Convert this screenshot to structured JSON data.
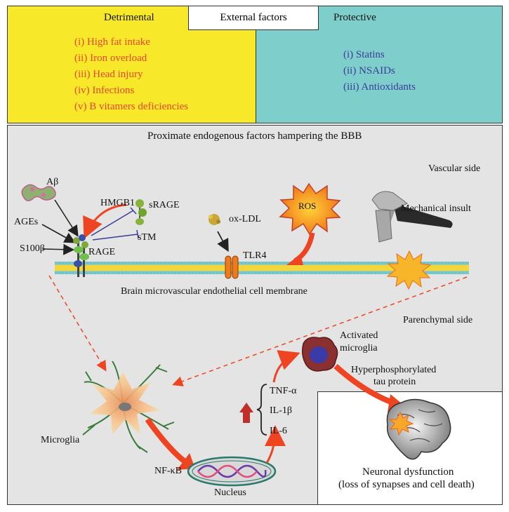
{
  "external": {
    "title": "External factors",
    "detrimental": {
      "title": "Detrimental",
      "items": [
        "(i) High fat intake",
        "(ii) Iron overload",
        "(iii) Head injury",
        "(iv) Infections",
        "(v) B vitamers deficiencies"
      ]
    },
    "protective": {
      "title": "Protective",
      "items": [
        "(i) Statins",
        "(ii) NSAIDs",
        "(iii) Antioxidants"
      ]
    }
  },
  "main": {
    "title": "Proximate endogenous factors hampering the BBB",
    "vascular_side": "Vascular side",
    "parenchymal_side": "Parenchymal side",
    "membrane_label": "Brain microvascular endothelial cell membrane",
    "abeta": "Aβ",
    "ages": "AGEs",
    "s100b": "S100β",
    "rage": "RAGE",
    "hmgb1": "HMGB1",
    "srage": "sRAGE",
    "stm": "sTM",
    "oxldl": "ox-LDL",
    "tlr4": "TLR4",
    "ros": "ROS",
    "mechanical": "Mechanical insult",
    "microglia": "Microglia",
    "nfkb": "NF-κB",
    "nucleus": "Nucleus",
    "cytokines": [
      "TNF-α",
      "IL-1β",
      "IL-6"
    ],
    "activated_microglia_1": "Activated",
    "activated_microglia_2": "microglia",
    "tau_1": "Hyperphosphorylated",
    "tau_2": "tau protein",
    "neuronal_dysfunction": "Neuronal dysfunction",
    "neuronal_detail": "(loss of synapses and cell death)"
  },
  "colors": {
    "detrimental_bg": "#f7e92a",
    "protective_bg": "#7ecfcc",
    "main_bg": "#e4e4e4",
    "red_text": "#e8452e",
    "blue_text": "#3b3b9a",
    "arrow_red": "#ee4422",
    "membrane_yellow": "#f5d63a",
    "membrane_teal": "#7cc9d0"
  }
}
